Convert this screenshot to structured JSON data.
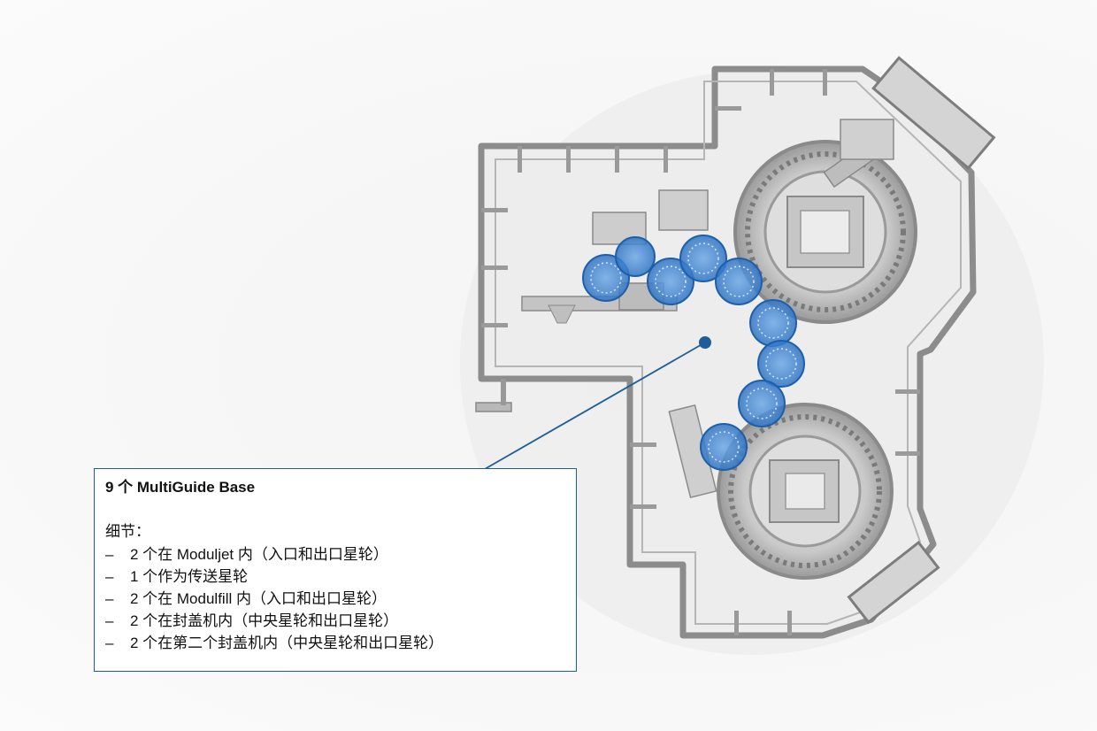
{
  "callout": {
    "title": "9 个 MultiGuide Base",
    "subtitle": "细节：",
    "items": [
      "2 个在 Moduljet 内（入口和出口星轮）",
      "1 个作为传送星轮",
      "2 个在 Modulfill 内（入口和出口星轮）",
      "2 个在封盖机内（中央星轮和出口星轮）",
      "2 个在第二个封盖机内（中央星轮和出口星轮）"
    ],
    "bullet": "–"
  },
  "colors": {
    "accent": "#1f5d96",
    "highlight": "#3b82d0",
    "machine_frame": "#8c8c8c",
    "floor": "#ececec"
  }
}
